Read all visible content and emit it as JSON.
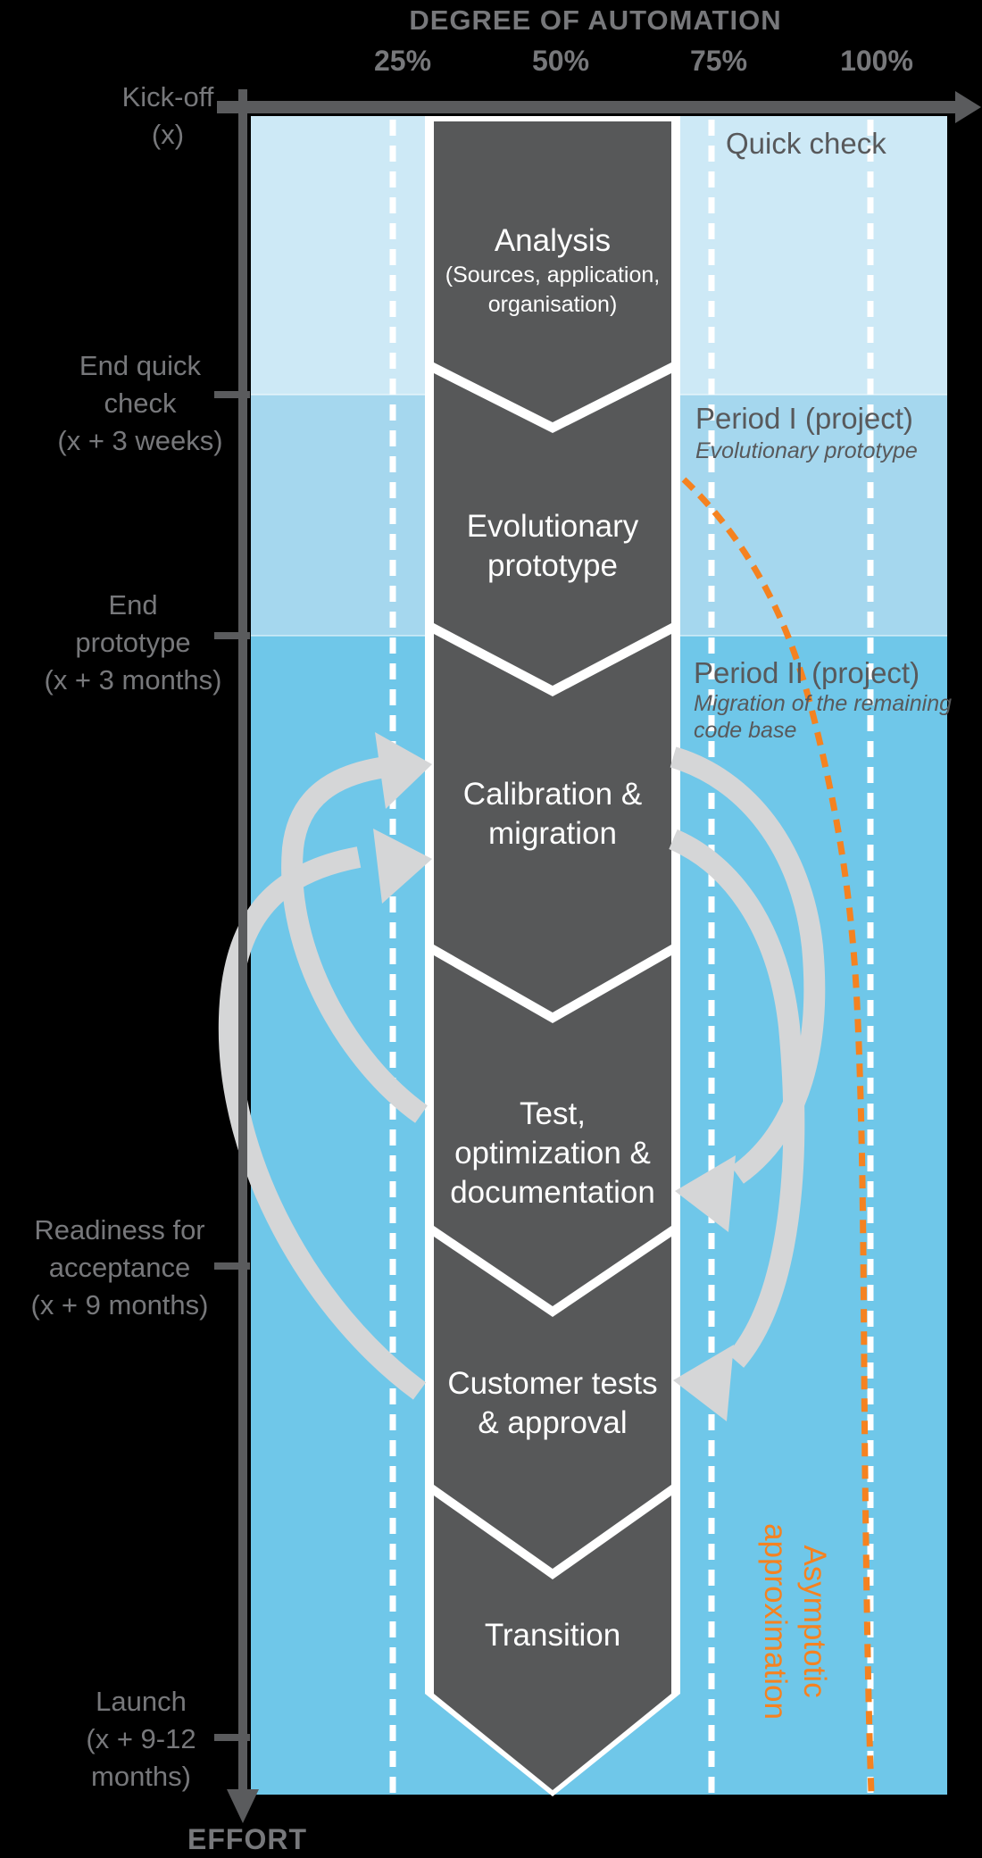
{
  "title": "DEGREE OF AUTOMATION",
  "x_axis": {
    "ticks": [
      "25%",
      "50%",
      "75%",
      "100%"
    ]
  },
  "effort_label": "EFFORT",
  "milestones": [
    {
      "id": "kick-off",
      "lines": [
        "Kick-off",
        "(x)"
      ]
    },
    {
      "id": "end-quick-check",
      "lines": [
        "End quick",
        "check",
        "(x + 3 weeks)"
      ]
    },
    {
      "id": "end-prototype",
      "lines": [
        "End",
        "prototype",
        "(x + 3 months)"
      ]
    },
    {
      "id": "readiness",
      "lines": [
        "Readiness for",
        "acceptance",
        "(x + 9 months)"
      ]
    },
    {
      "id": "launch",
      "lines": [
        "Launch",
        "(x + 9-12",
        "months)"
      ]
    }
  ],
  "regions": [
    {
      "label": "Quick check",
      "subtitle_lines": []
    },
    {
      "label": "Period I (project)",
      "subtitle_lines": [
        "Evolutionary prototype"
      ]
    },
    {
      "label": "Period II (project)",
      "subtitle_lines": [
        "Migration of the remaining",
        "code base"
      ]
    }
  ],
  "steps": [
    {
      "lines": [
        "Analysis"
      ],
      "sub_lines": [
        "(Sources, application,",
        "organisation)"
      ]
    },
    {
      "lines": [
        "Evolutionary",
        "prototype"
      ],
      "sub_lines": []
    },
    {
      "lines": [
        "Calibration &",
        "migration"
      ],
      "sub_lines": []
    },
    {
      "lines": [
        "Test,",
        "optimization &",
        "documentation"
      ],
      "sub_lines": []
    },
    {
      "lines": [
        "Customer tests",
        "& approval"
      ],
      "sub_lines": []
    },
    {
      "lines": [
        "Transition"
      ],
      "sub_lines": []
    }
  ],
  "annotation": {
    "lines": [
      "Asymptotic",
      "approximation"
    ]
  },
  "colors": {
    "background": "#000000",
    "region_quick_check": "#cde9f6",
    "region_period1": "#a5d7ee",
    "region_period2": "#6fc7e9",
    "step_band": "#575859",
    "band_outline": "#ffffff",
    "iteration_arrow": "#d5d6d7",
    "asymptote_orange": "#f58220",
    "axis_gray": "#5a5b5d",
    "label_gray": "#77787b",
    "label_dark": "#58595b"
  }
}
